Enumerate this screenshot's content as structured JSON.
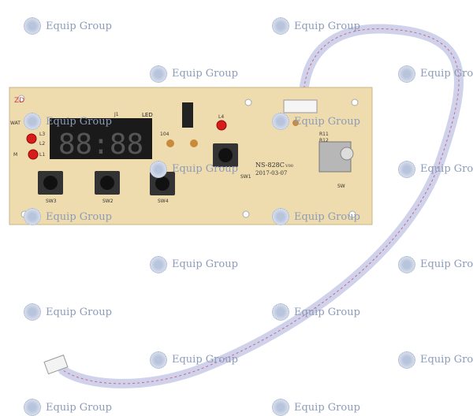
{
  "watermark": {
    "text": "Equip Group",
    "icon": "globe-grid-icon",
    "color": "#8c9bb8"
  },
  "board": {
    "model": "NS-828C",
    "model_suffix": "V00",
    "date": "2017-03-07",
    "display_label": "LED",
    "silk_labels": [
      "J1",
      "WAT",
      "L3",
      "L2",
      "M",
      "L1",
      "L4",
      "SW1",
      "SW2",
      "SW3",
      "SW4",
      "SW",
      "R11",
      "R12",
      "104",
      "ZD"
    ],
    "display_digits": "88:88",
    "colors": {
      "pcb": "#efdcae",
      "led": "#d81c1c",
      "display": "#1a1a1a",
      "cable": "#cfd2ea"
    }
  }
}
